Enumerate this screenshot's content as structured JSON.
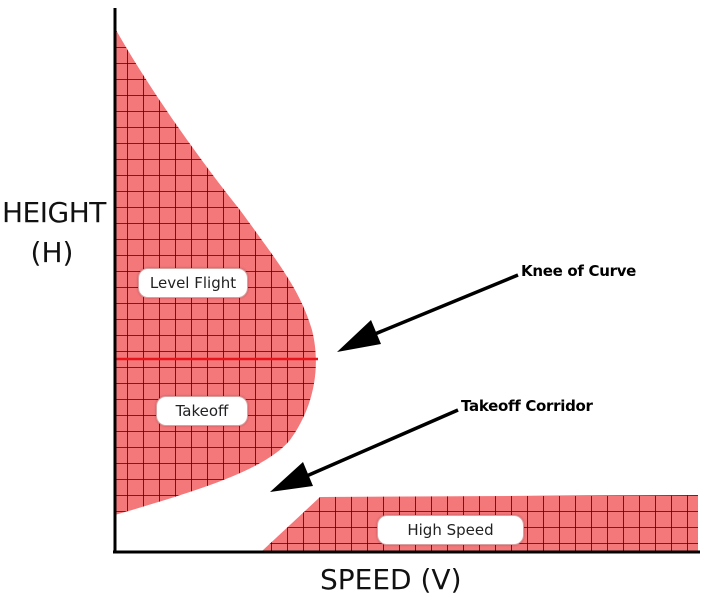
{
  "axes": {
    "y_title_line1": "HEIGHT",
    "y_title_line2": "(H)",
    "x_title": "SPEED (V)"
  },
  "regions": {
    "level_flight": "Level Flight",
    "takeoff": "Takeoff",
    "high_speed": "High Speed"
  },
  "annotations": {
    "knee_of_curve": "Knee of Curve",
    "takeoff_corridor": "Takeoff Corridor"
  },
  "colors": {
    "region_fill": "#f4777a",
    "grid_line": "#2a0d0f",
    "divider_line": "#e8141a",
    "axis": "#000000",
    "arrow": "#000000"
  }
}
